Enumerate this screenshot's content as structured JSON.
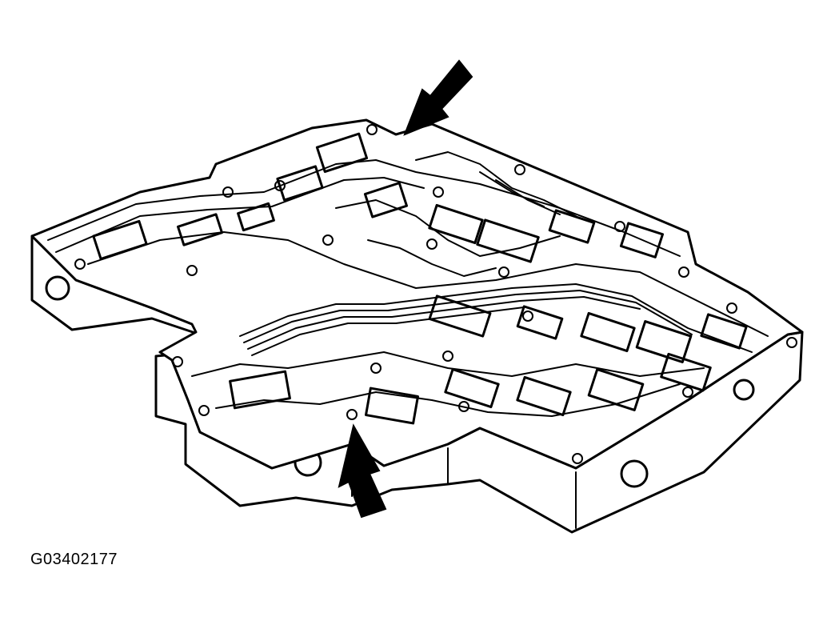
{
  "figure": {
    "code": "G03402177",
    "subject": "valve-body",
    "callout_count": 2,
    "ink_color": "#000000",
    "background_color": "#ffffff"
  }
}
